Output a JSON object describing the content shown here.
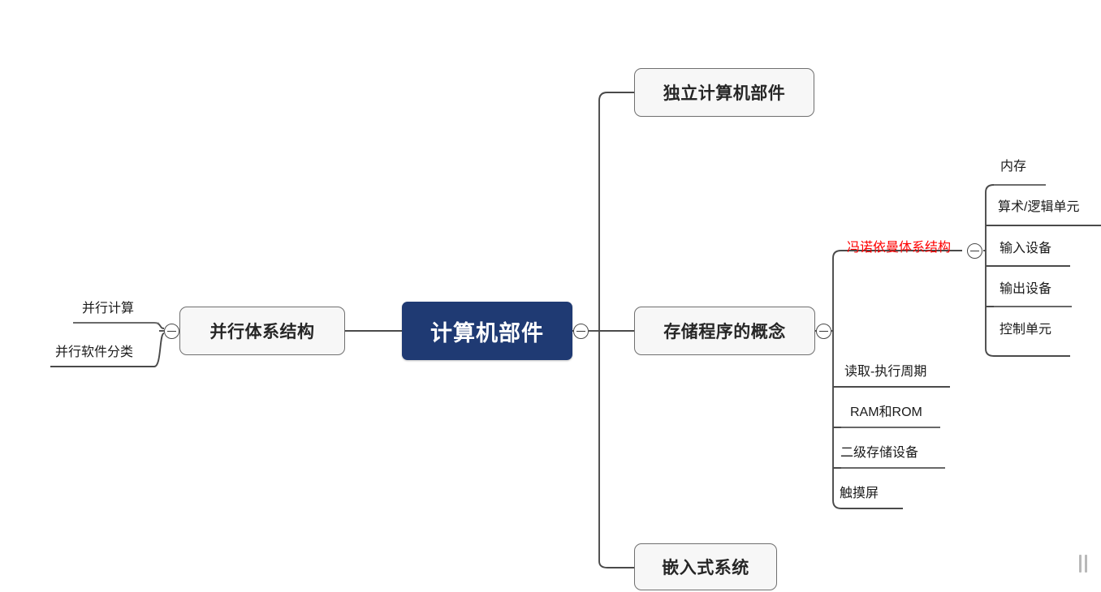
{
  "app": {
    "type": "mindmap",
    "title": "计算机部件",
    "background": "#ffffff",
    "root_color": "#1f3a73",
    "branch_color": "#f7f7f7",
    "branch_border": "#6f6f6f",
    "line_color": "#4a4a4a",
    "highlight_color": "#fe0000"
  },
  "root": {
    "label": "计算机部件",
    "toggle": "collapse-toggle"
  },
  "left_branch": {
    "label": "并行体系结构",
    "toggle": "collapse-toggle",
    "children": [
      {
        "label": "并行计算"
      },
      {
        "label": "并行软件分类"
      }
    ]
  },
  "right_branches": [
    {
      "label": "独立计算机部件",
      "children": []
    },
    {
      "label": "存储程序的概念",
      "toggle": "collapse-toggle",
      "children": [
        {
          "label": "冯诺依曼体系结构",
          "color": "#fe0000",
          "toggle": "collapse-toggle",
          "children": [
            {
              "label": "内存"
            },
            {
              "label": "算术/逻辑单元"
            },
            {
              "label": "输入设备"
            },
            {
              "label": "输出设备"
            },
            {
              "label": "控制单元"
            }
          ]
        },
        {
          "label": "读取-执行周期"
        },
        {
          "label": "RAM和ROM"
        },
        {
          "label": "二级存储设备"
        },
        {
          "label": "触摸屏"
        }
      ]
    },
    {
      "label": "嵌入式系统",
      "children": []
    }
  ],
  "grip": {
    "name": "resize-grip"
  }
}
